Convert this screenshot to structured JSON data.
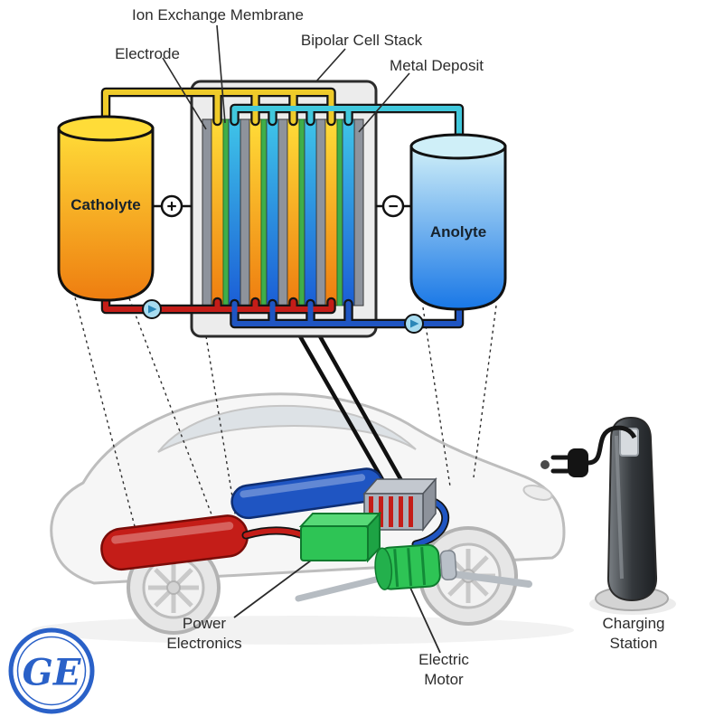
{
  "schematic": {
    "component_labels": {
      "ion_exchange_membrane": "Ion Exchange Membrane",
      "electrode": "Electrode",
      "bipolar_cell_stack": "Bipolar Cell Stack",
      "metal_deposit": "Metal Deposit"
    },
    "tanks": {
      "catholyte": {
        "label": "Catholyte"
      },
      "anolyte": {
        "label": "Anolyte"
      }
    },
    "terminals": {
      "positive": "+",
      "negative": "−"
    }
  },
  "vehicle": {
    "component_labels": {
      "power_electronics": "Power Electronics",
      "electric_motor": "Electric Motor",
      "charging_station": "Charging Station"
    }
  },
  "branding": {
    "ge_monogram": "GE"
  },
  "colors": {
    "catholyte_top": "#FFDC38",
    "catholyte_bottom": "#EE7D10",
    "anolyte_top": "#CFEFF8",
    "anolyte_bottom": "#1877E6",
    "channel_blue_top": "#3FC4E8",
    "channel_blue_bottom": "#1B5ED6",
    "pipe_yellow": "#EFCB2A",
    "pipe_cyan": "#41C8DC",
    "pipe_red": "#C41D18",
    "pipe_blue": "#1F55C2",
    "membrane_green": "#3FAE4A",
    "electrode_gray": "#8E939C",
    "component_green": "#2EC455",
    "ge_blue": "#2A61C8"
  }
}
